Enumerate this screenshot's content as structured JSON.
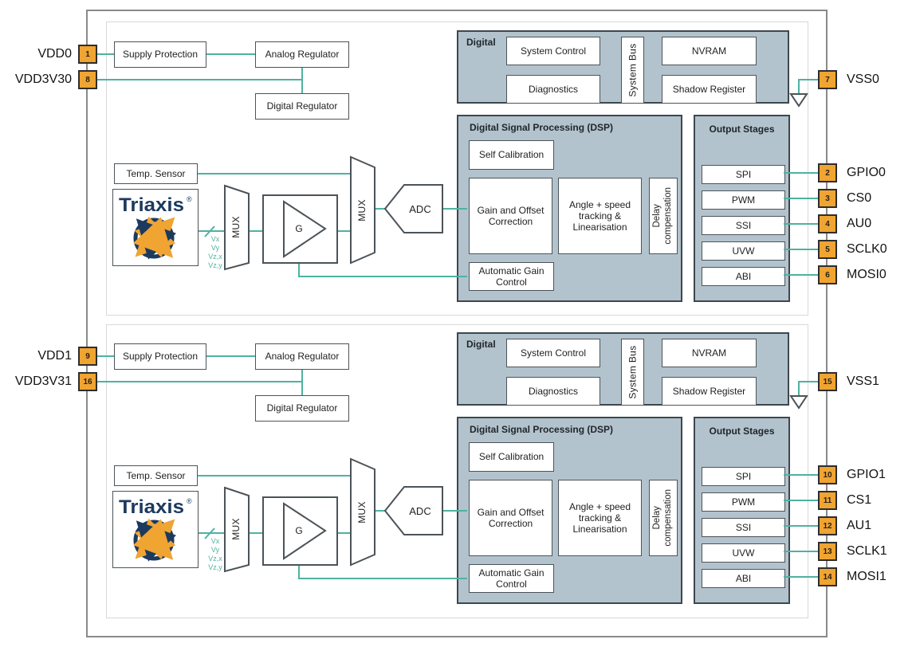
{
  "colors": {
    "accent_teal": "#4FB2A0",
    "pin_orange": "#F0A432",
    "block_fill": "#B3C3CD",
    "block_border": "#3E474E",
    "logo_navy": "#1C3A5E"
  },
  "blocks": {
    "supply_protection": "Supply Protection",
    "analog_regulator": "Analog Regulator",
    "digital_regulator": "Digital Regulator",
    "temp_sensor": "Temp. Sensor",
    "triaxis": "Triaxis",
    "registered_mark": "®",
    "mux": "MUX",
    "gain_amp": "G",
    "adc": "ADC",
    "signal_labels": [
      "Vx",
      "Vy",
      "Vz,x",
      "Vz,y"
    ],
    "digital": {
      "title": "Digital",
      "system_control": "System Control",
      "diagnostics": "Diagnostics",
      "system_bus": "System Bus",
      "nvram": "NVRAM",
      "shadow_register": "Shadow Register"
    },
    "dsp": {
      "title": "Digital Signal Processing (DSP)",
      "self_calibration": "Self Calibration",
      "gain_offset": "Gain and Offset Correction",
      "angle_speed": "Angle + speed tracking & Linearisation",
      "delay_compensation": "Delay compensation",
      "agc": "Automatic Gain Control"
    },
    "output_stages": {
      "title": "Output Stages",
      "items": [
        "SPI",
        "PWM",
        "SSI",
        "UVW",
        "ABI"
      ]
    }
  },
  "pins": {
    "left": [
      {
        "num": "1",
        "label": "VDD0"
      },
      {
        "num": "8",
        "label": "VDD3V30"
      },
      {
        "num": "9",
        "label": "VDD1"
      },
      {
        "num": "16",
        "label": "VDD3V31"
      }
    ],
    "right": [
      {
        "num": "7",
        "label": "VSS0"
      },
      {
        "num": "2",
        "label": "GPIO0"
      },
      {
        "num": "3",
        "label": "CS0"
      },
      {
        "num": "4",
        "label": "AU0"
      },
      {
        "num": "5",
        "label": "SCLK0"
      },
      {
        "num": "6",
        "label": "MOSI0"
      },
      {
        "num": "15",
        "label": "VSS1"
      },
      {
        "num": "10",
        "label": "GPIO1"
      },
      {
        "num": "11",
        "label": "CS1"
      },
      {
        "num": "12",
        "label": "AU1"
      },
      {
        "num": "13",
        "label": "SCLK1"
      },
      {
        "num": "14",
        "label": "MOSI1"
      }
    ]
  }
}
